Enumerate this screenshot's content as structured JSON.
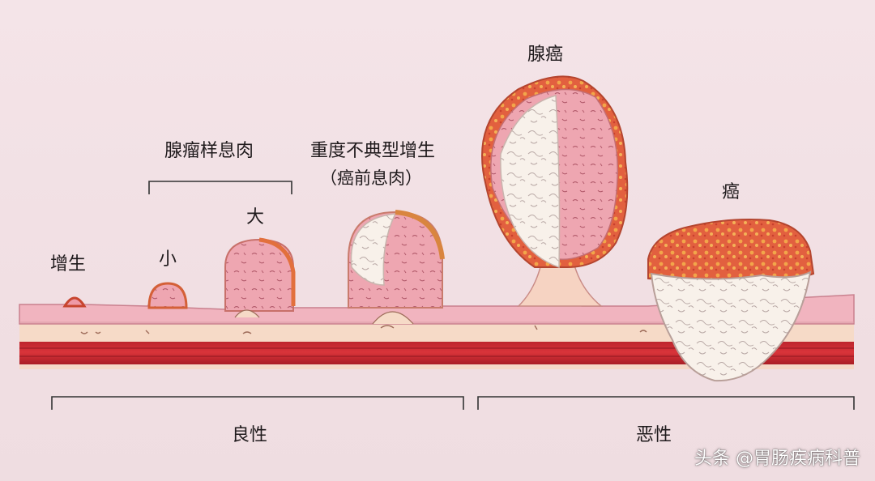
{
  "title": "",
  "stages": {
    "hyperplasia": "增生",
    "adenoma_group": "腺瘤样息肉",
    "adenoma_small": "小",
    "adenoma_large": "大",
    "severe_dysplasia": "重度不典型增生",
    "severe_dysplasia_note": "（癌前息肉）",
    "adenocarcinoma": "腺癌",
    "cancer": "癌"
  },
  "groups": {
    "benign": "良性",
    "malignant": "恶性"
  },
  "watermark": "头条 @胃肠疾病科普",
  "colors": {
    "background": "#f3e2e6",
    "mucosa": "#f0b6c0",
    "submucosa": "#f6d9c6",
    "muscle": "#c8262e",
    "tumor_crust": "#e0563a",
    "tumor_core": "#f7efe8"
  }
}
